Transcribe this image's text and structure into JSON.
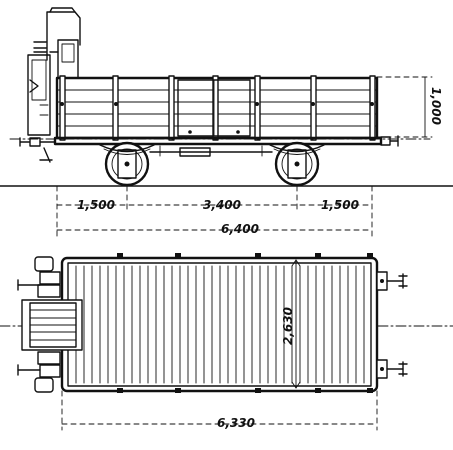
{
  "side_view": {
    "dimensions": {
      "overhang_left": "1,500",
      "wheelbase": "3,400",
      "overhang_right": "1,500",
      "length_over_buffers": "6,400",
      "side_height": "1,000"
    }
  },
  "plan_view": {
    "dimensions": {
      "body_width": "2,630",
      "body_length": "6,330"
    }
  },
  "colors": {
    "ink": "#111111",
    "paper": "#ffffff"
  }
}
